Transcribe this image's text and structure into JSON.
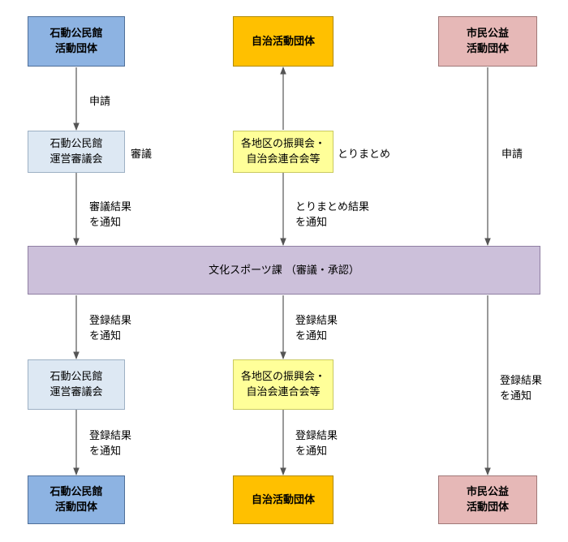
{
  "top": {
    "kominkan_group": "石動公民館\n活動団体",
    "jichi_group": "自治活動団体",
    "shimin_group": "市民公益\n活動団体"
  },
  "middle": {
    "kominkan_council": "石動公民館\n運営審議会",
    "district_association": "各地区の振興会・\n自治会連合会等"
  },
  "central": {
    "culture_sports_dept": "文化スポーツ課 （審議・承認）"
  },
  "lower": {
    "kominkan_council": "石動公民館\n運営審議会",
    "district_association": "各地区の振興会・\n自治会連合会等"
  },
  "bottom": {
    "kominkan_group": "石動公民館\n活動団体",
    "jichi_group": "自治活動団体",
    "shimin_group": "市民公益\n活動団体"
  },
  "labels": {
    "apply_left": "申請",
    "deliberation": "審議",
    "compile": "とりまとめ",
    "apply_right": "申請",
    "deliberation_result": "審議結果\nを通知",
    "compile_result": "とりまとめ結果\nを通知",
    "reg_left_1": "登録結果\nを通知",
    "reg_mid_1": "登録結果\nを通知",
    "reg_right": "登録結果\nを通知",
    "reg_left_2": "登録結果\nを通知",
    "reg_mid_2": "登録結果\nを通知"
  }
}
